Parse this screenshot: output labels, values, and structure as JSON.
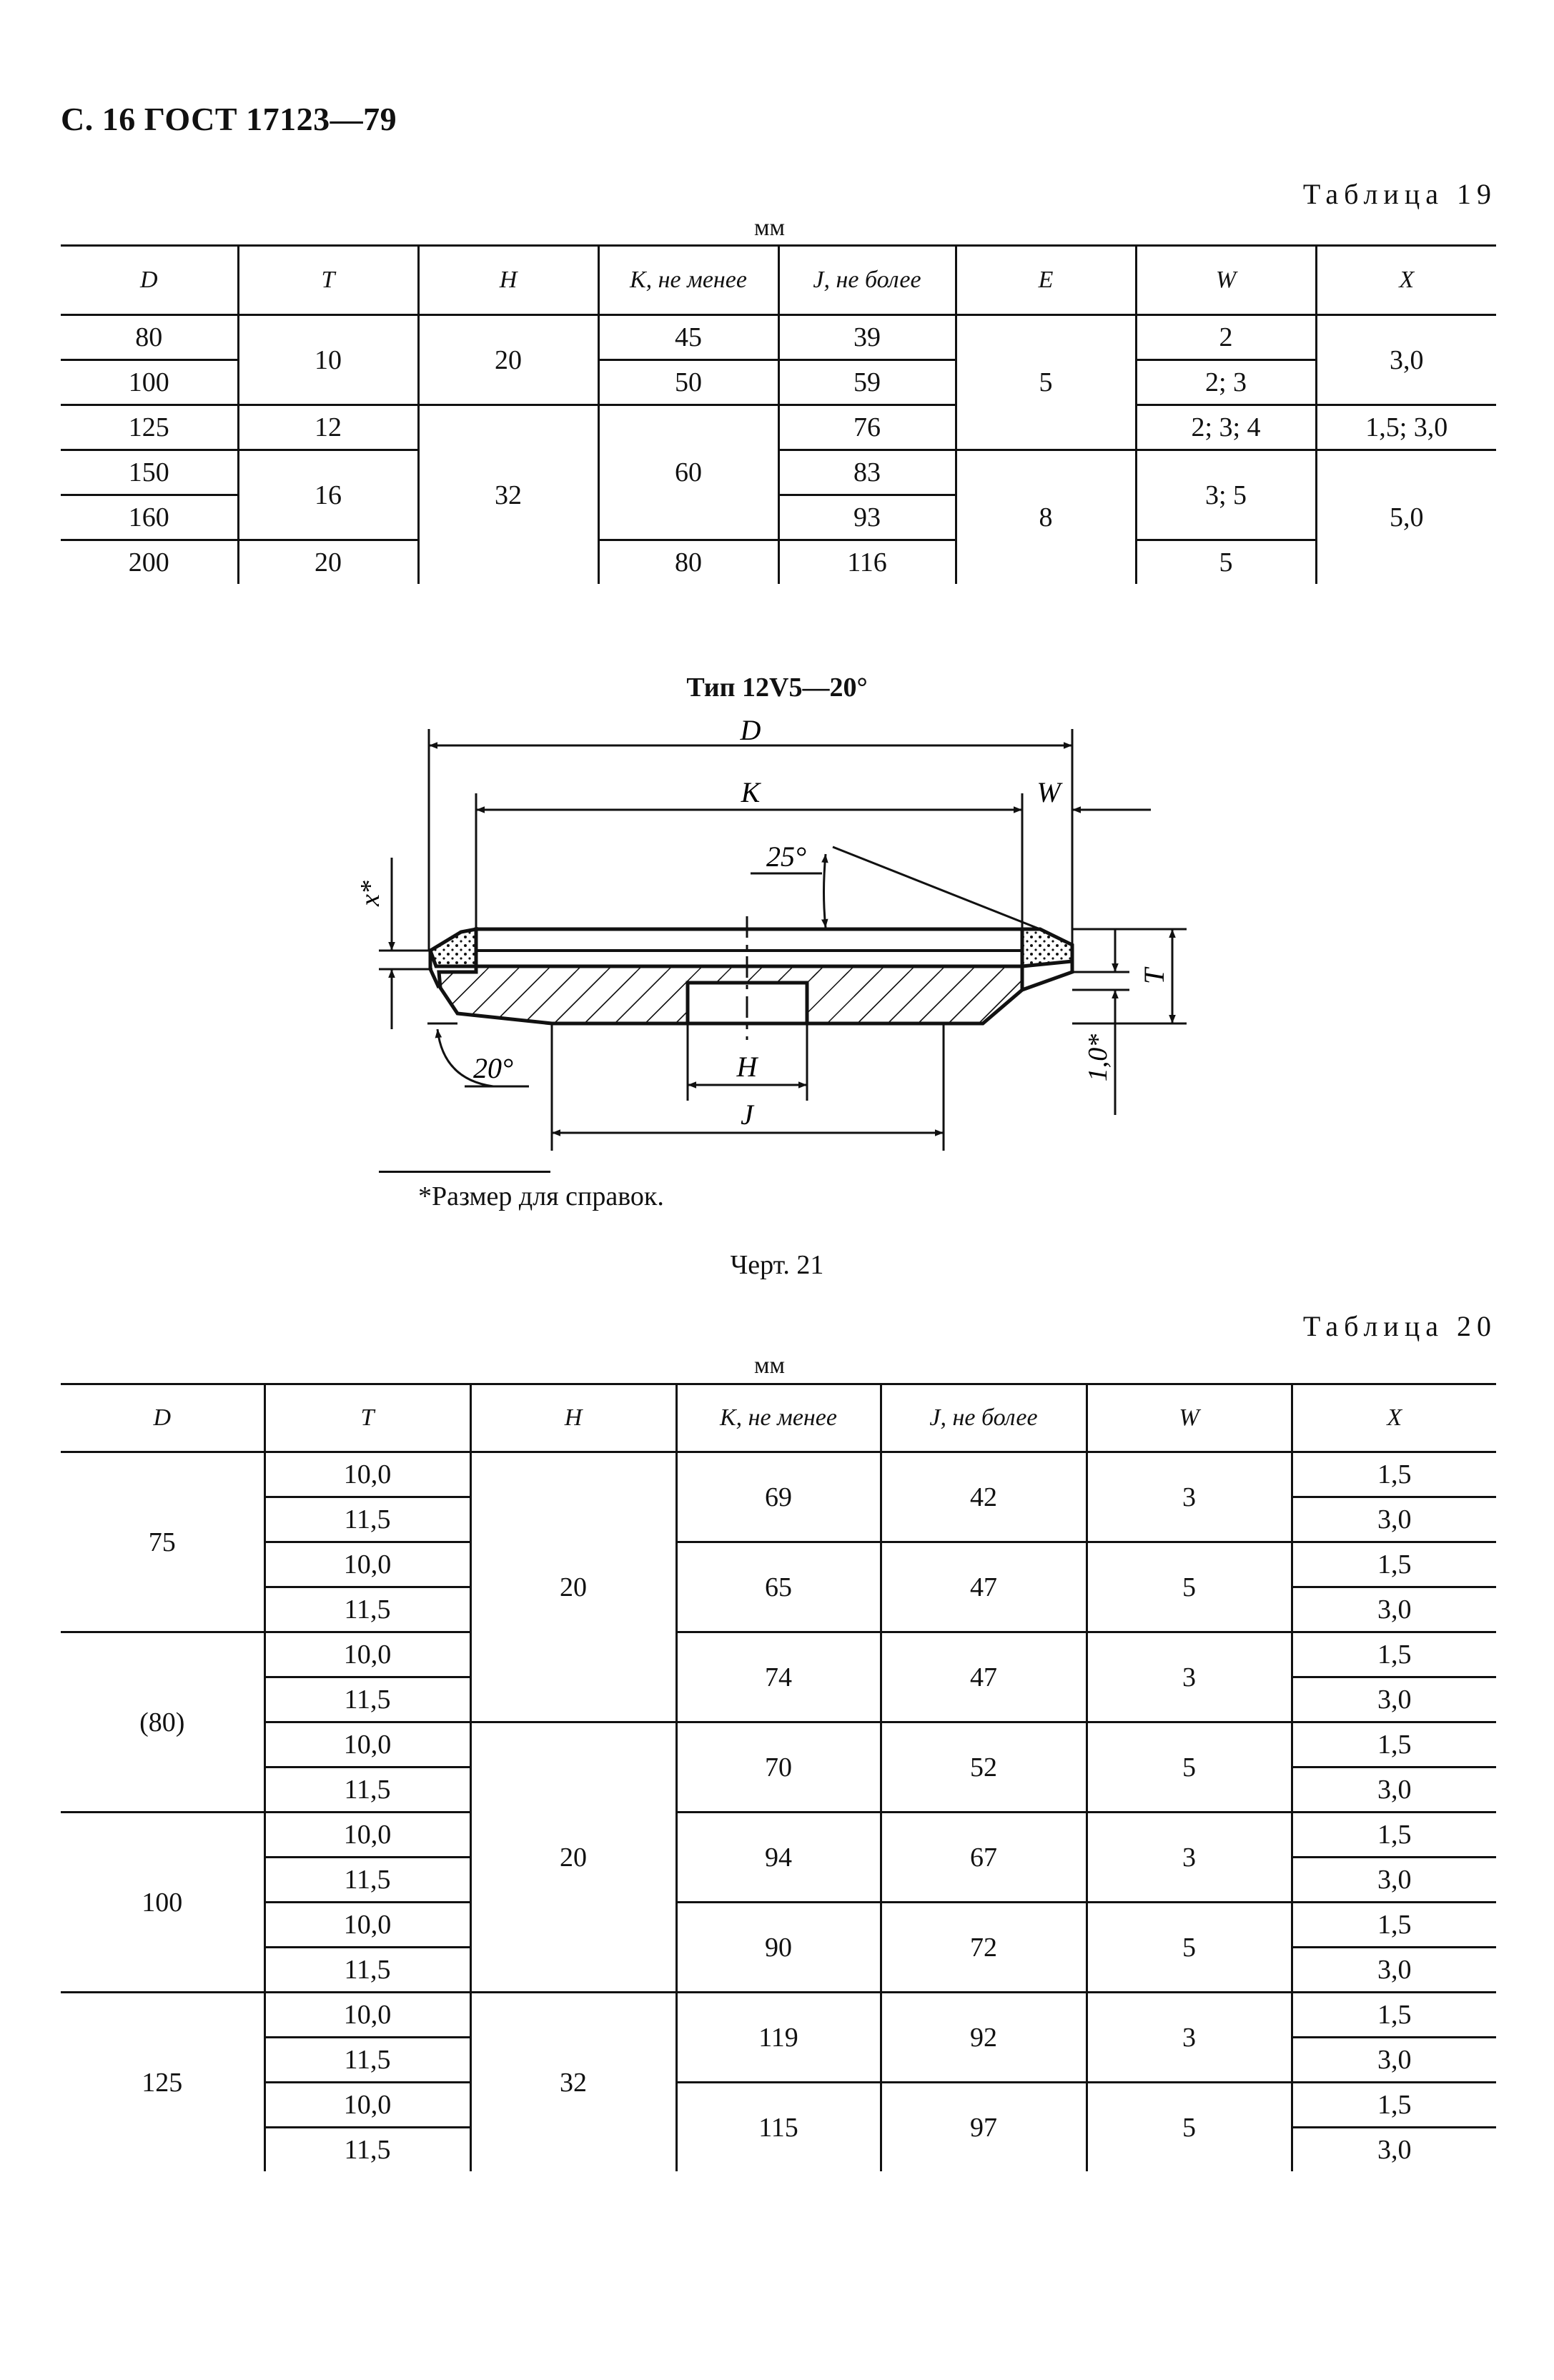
{
  "header": {
    "text": "С. 16 ГОСТ 17123—79"
  },
  "table19": {
    "caption": "Таблица 19",
    "unit": "мм",
    "headers": [
      "D",
      "T",
      "H",
      "K, не менее",
      "J, не более",
      "E",
      "W",
      "X"
    ],
    "values": {
      "d": [
        "80",
        "100",
        "125",
        "150",
        "160",
        "200"
      ],
      "t_10": "10",
      "t_12": "12",
      "t_16": "16",
      "t_20": "20",
      "h_20": "20",
      "h_32": "32",
      "k_45": "45",
      "k_50": "50",
      "k_60": "60",
      "k_80": "80",
      "j": [
        "39",
        "59",
        "76",
        "83",
        "93",
        "116"
      ],
      "e_5": "5",
      "e_8": "8",
      "w_2": "2",
      "w_23": "2; 3",
      "w_234": "2; 3; 4",
      "w_35": "3; 5",
      "w_5": "5",
      "x_30": "3,0",
      "x_1530": "1,5; 3,0",
      "x_50": "5,0"
    }
  },
  "drawing": {
    "title": "Тип 12V5—20°",
    "labels": {
      "d": "D",
      "k": "K",
      "w": "W",
      "angle25": "25°",
      "x": "x*",
      "t": "T",
      "angle20": "20°",
      "h": "H",
      "j": "J",
      "one": "1,0*"
    },
    "footnote": "*Размер для справок.",
    "caption": "Черт. 21"
  },
  "table20": {
    "caption": "Таблица 20",
    "unit": "мм",
    "headers": [
      "D",
      "T",
      "H",
      "K, не менее",
      "J, не более",
      "W",
      "X"
    ],
    "d": [
      "75",
      "(80)",
      "100",
      "125"
    ],
    "t": [
      "10,0",
      "11,5",
      "10,0",
      "11,5",
      "10,0",
      "11,5",
      "10,0",
      "11,5",
      "10,0",
      "11,5",
      "10,0",
      "11,5",
      "10,0",
      "11,5",
      "10,0",
      "11,5"
    ],
    "h": [
      "20",
      "20",
      "32"
    ],
    "k": [
      "69",
      "65",
      "74",
      "70",
      "94",
      "90",
      "119",
      "115"
    ],
    "j": [
      "42",
      "47",
      "47",
      "52",
      "67",
      "72",
      "92",
      "97"
    ],
    "w": [
      "3",
      "5",
      "3",
      "5",
      "3",
      "5",
      "3",
      "5"
    ],
    "x": [
      "1,5",
      "3,0",
      "1,5",
      "3,0",
      "1,5",
      "3,0",
      "1,5",
      "3,0",
      "1,5",
      "3,0",
      "1,5",
      "3,0",
      "1,5",
      "3,0",
      "1,5",
      "3,0"
    ]
  }
}
